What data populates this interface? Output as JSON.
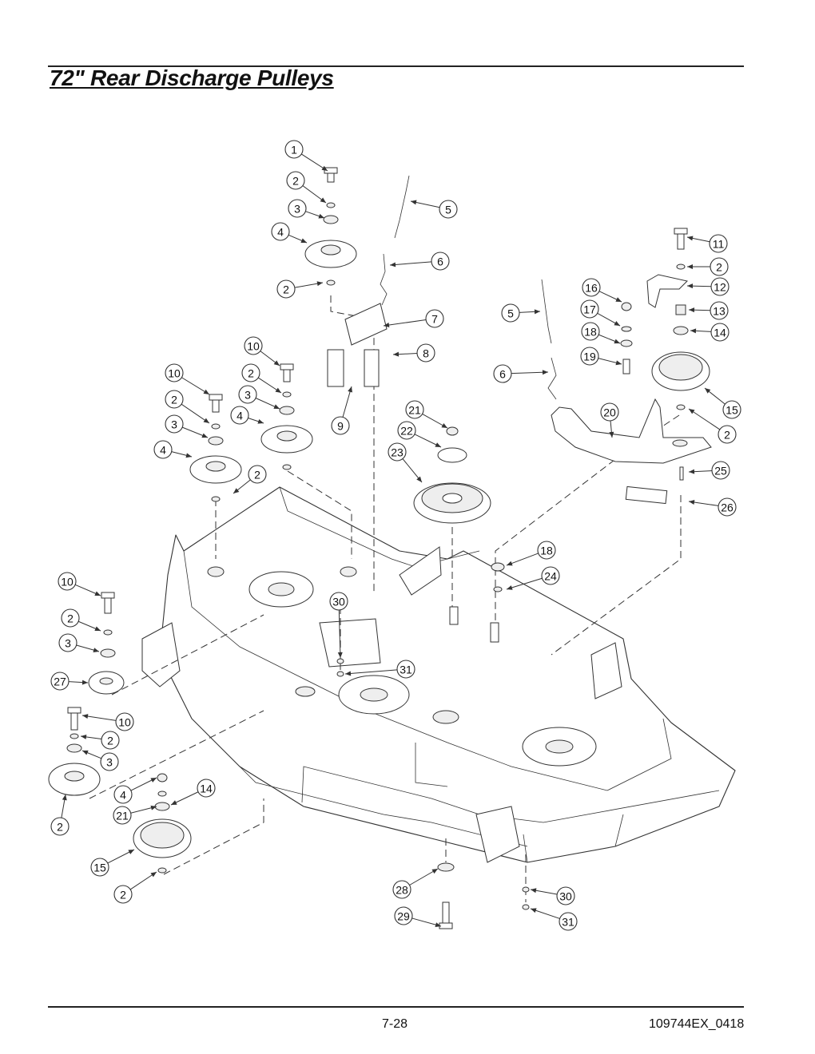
{
  "page": {
    "title": "72\" Rear Discharge Pulleys",
    "page_number": "7-28",
    "doc_code": "109744EX_0418"
  },
  "callouts": [
    {
      "label": "1"
    },
    {
      "label": "2"
    },
    {
      "label": "3"
    },
    {
      "label": "4"
    },
    {
      "label": "2"
    },
    {
      "label": "5"
    },
    {
      "label": "6"
    },
    {
      "label": "7"
    },
    {
      "label": "8"
    },
    {
      "label": "9"
    },
    {
      "label": "10"
    },
    {
      "label": "2"
    },
    {
      "label": "3"
    },
    {
      "label": "4"
    },
    {
      "label": "2"
    },
    {
      "label": "10"
    },
    {
      "label": "2"
    },
    {
      "label": "3"
    },
    {
      "label": "4"
    },
    {
      "label": "21"
    },
    {
      "label": "22"
    },
    {
      "label": "23"
    },
    {
      "label": "11"
    },
    {
      "label": "2"
    },
    {
      "label": "12"
    },
    {
      "label": "13"
    },
    {
      "label": "14"
    },
    {
      "label": "15"
    },
    {
      "label": "2"
    },
    {
      "label": "16"
    },
    {
      "label": "17"
    },
    {
      "label": "18"
    },
    {
      "label": "19"
    },
    {
      "label": "20"
    },
    {
      "label": "5"
    },
    {
      "label": "6"
    },
    {
      "label": "25"
    },
    {
      "label": "26"
    },
    {
      "label": "18"
    },
    {
      "label": "24"
    },
    {
      "label": "30"
    },
    {
      "label": "31"
    },
    {
      "label": "10"
    },
    {
      "label": "2"
    },
    {
      "label": "3"
    },
    {
      "label": "27"
    },
    {
      "label": "10"
    },
    {
      "label": "2"
    },
    {
      "label": "3"
    },
    {
      "label": "4"
    },
    {
      "label": "21"
    },
    {
      "label": "14"
    },
    {
      "label": "2"
    },
    {
      "label": "15"
    },
    {
      "label": "2"
    },
    {
      "label": "28"
    },
    {
      "label": "29"
    },
    {
      "label": "30"
    },
    {
      "label": "31"
    }
  ],
  "colors": {
    "ink": "#333333",
    "paper": "#ffffff",
    "part_fill": "#eeeeee"
  }
}
